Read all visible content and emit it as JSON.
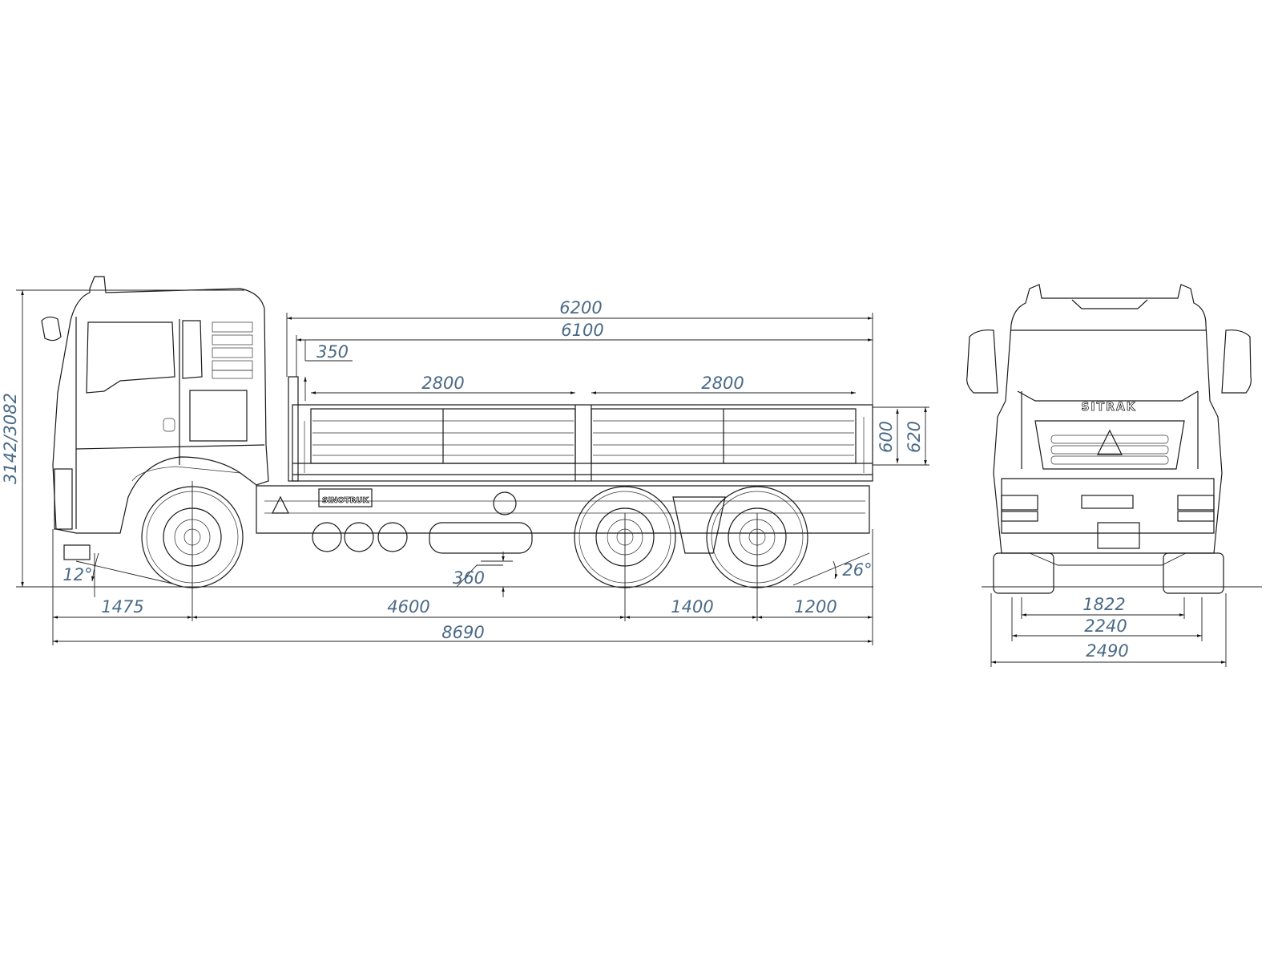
{
  "side_view": {
    "logo_chassis": "SINOTRUK",
    "dimensions": {
      "overall_body_length": "6200",
      "inner_body_length": "6100",
      "front_gap": "350",
      "body_section_front": "2800",
      "body_section_rear": "2800",
      "side_height": "600",
      "side_height_outer": "620",
      "overall_height": "3142/3082",
      "approach_angle": "12°",
      "ground_clearance": "360",
      "departure_angle": "26°",
      "front_overhang": "1475",
      "wheelbase": "4600",
      "tandem_spacing": "1400",
      "rear_overhang": "1200",
      "overall_length": "8690"
    }
  },
  "front_view": {
    "logo_grille": "SITRAK",
    "dimensions": {
      "track": "1822",
      "body_width": "2240",
      "overall_width": "2490"
    }
  }
}
